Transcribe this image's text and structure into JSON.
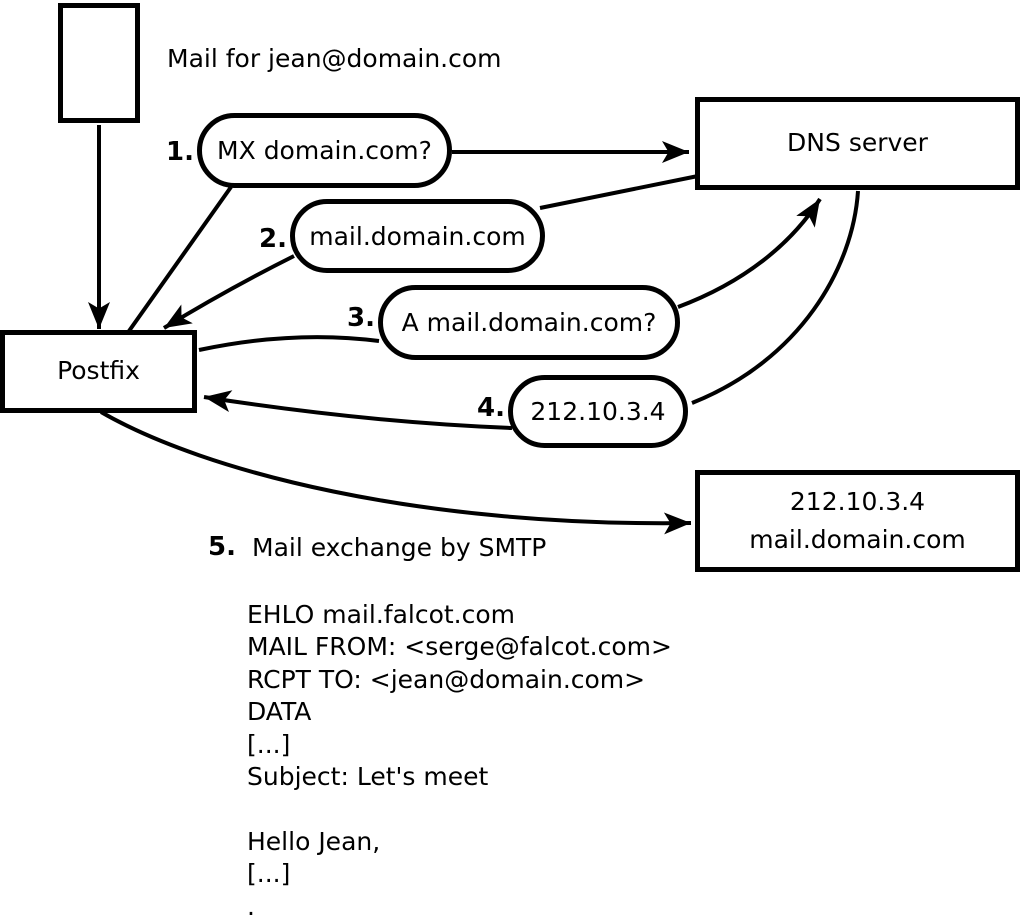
{
  "page": {
    "background": "#ffffff",
    "stroke_color": "#000000"
  },
  "diagram": {
    "caption": "Mail for jean@domain.com",
    "nodes": {
      "postfix": "Postfix",
      "dns": "DNS server",
      "mail_server": {
        "line1": "212.10.3.4",
        "line2": "mail.domain.com"
      }
    },
    "steps": [
      {
        "num": "1.",
        "label": "MX domain.com?"
      },
      {
        "num": "2.",
        "label": "mail.domain.com"
      },
      {
        "num": "3.",
        "label": "A mail.domain.com?"
      },
      {
        "num": "4.",
        "label": "212.10.3.4"
      },
      {
        "num": "5.",
        "label": "Mail exchange by SMTP"
      }
    ],
    "smtp_session": [
      "EHLO mail.falcot.com",
      "MAIL FROM: <serge@falcot.com>",
      "RCPT TO: <jean@domain.com>",
      "DATA",
      "[...]",
      "Subject: Let's meet",
      "",
      "Hello Jean,",
      "[...]",
      "."
    ]
  }
}
